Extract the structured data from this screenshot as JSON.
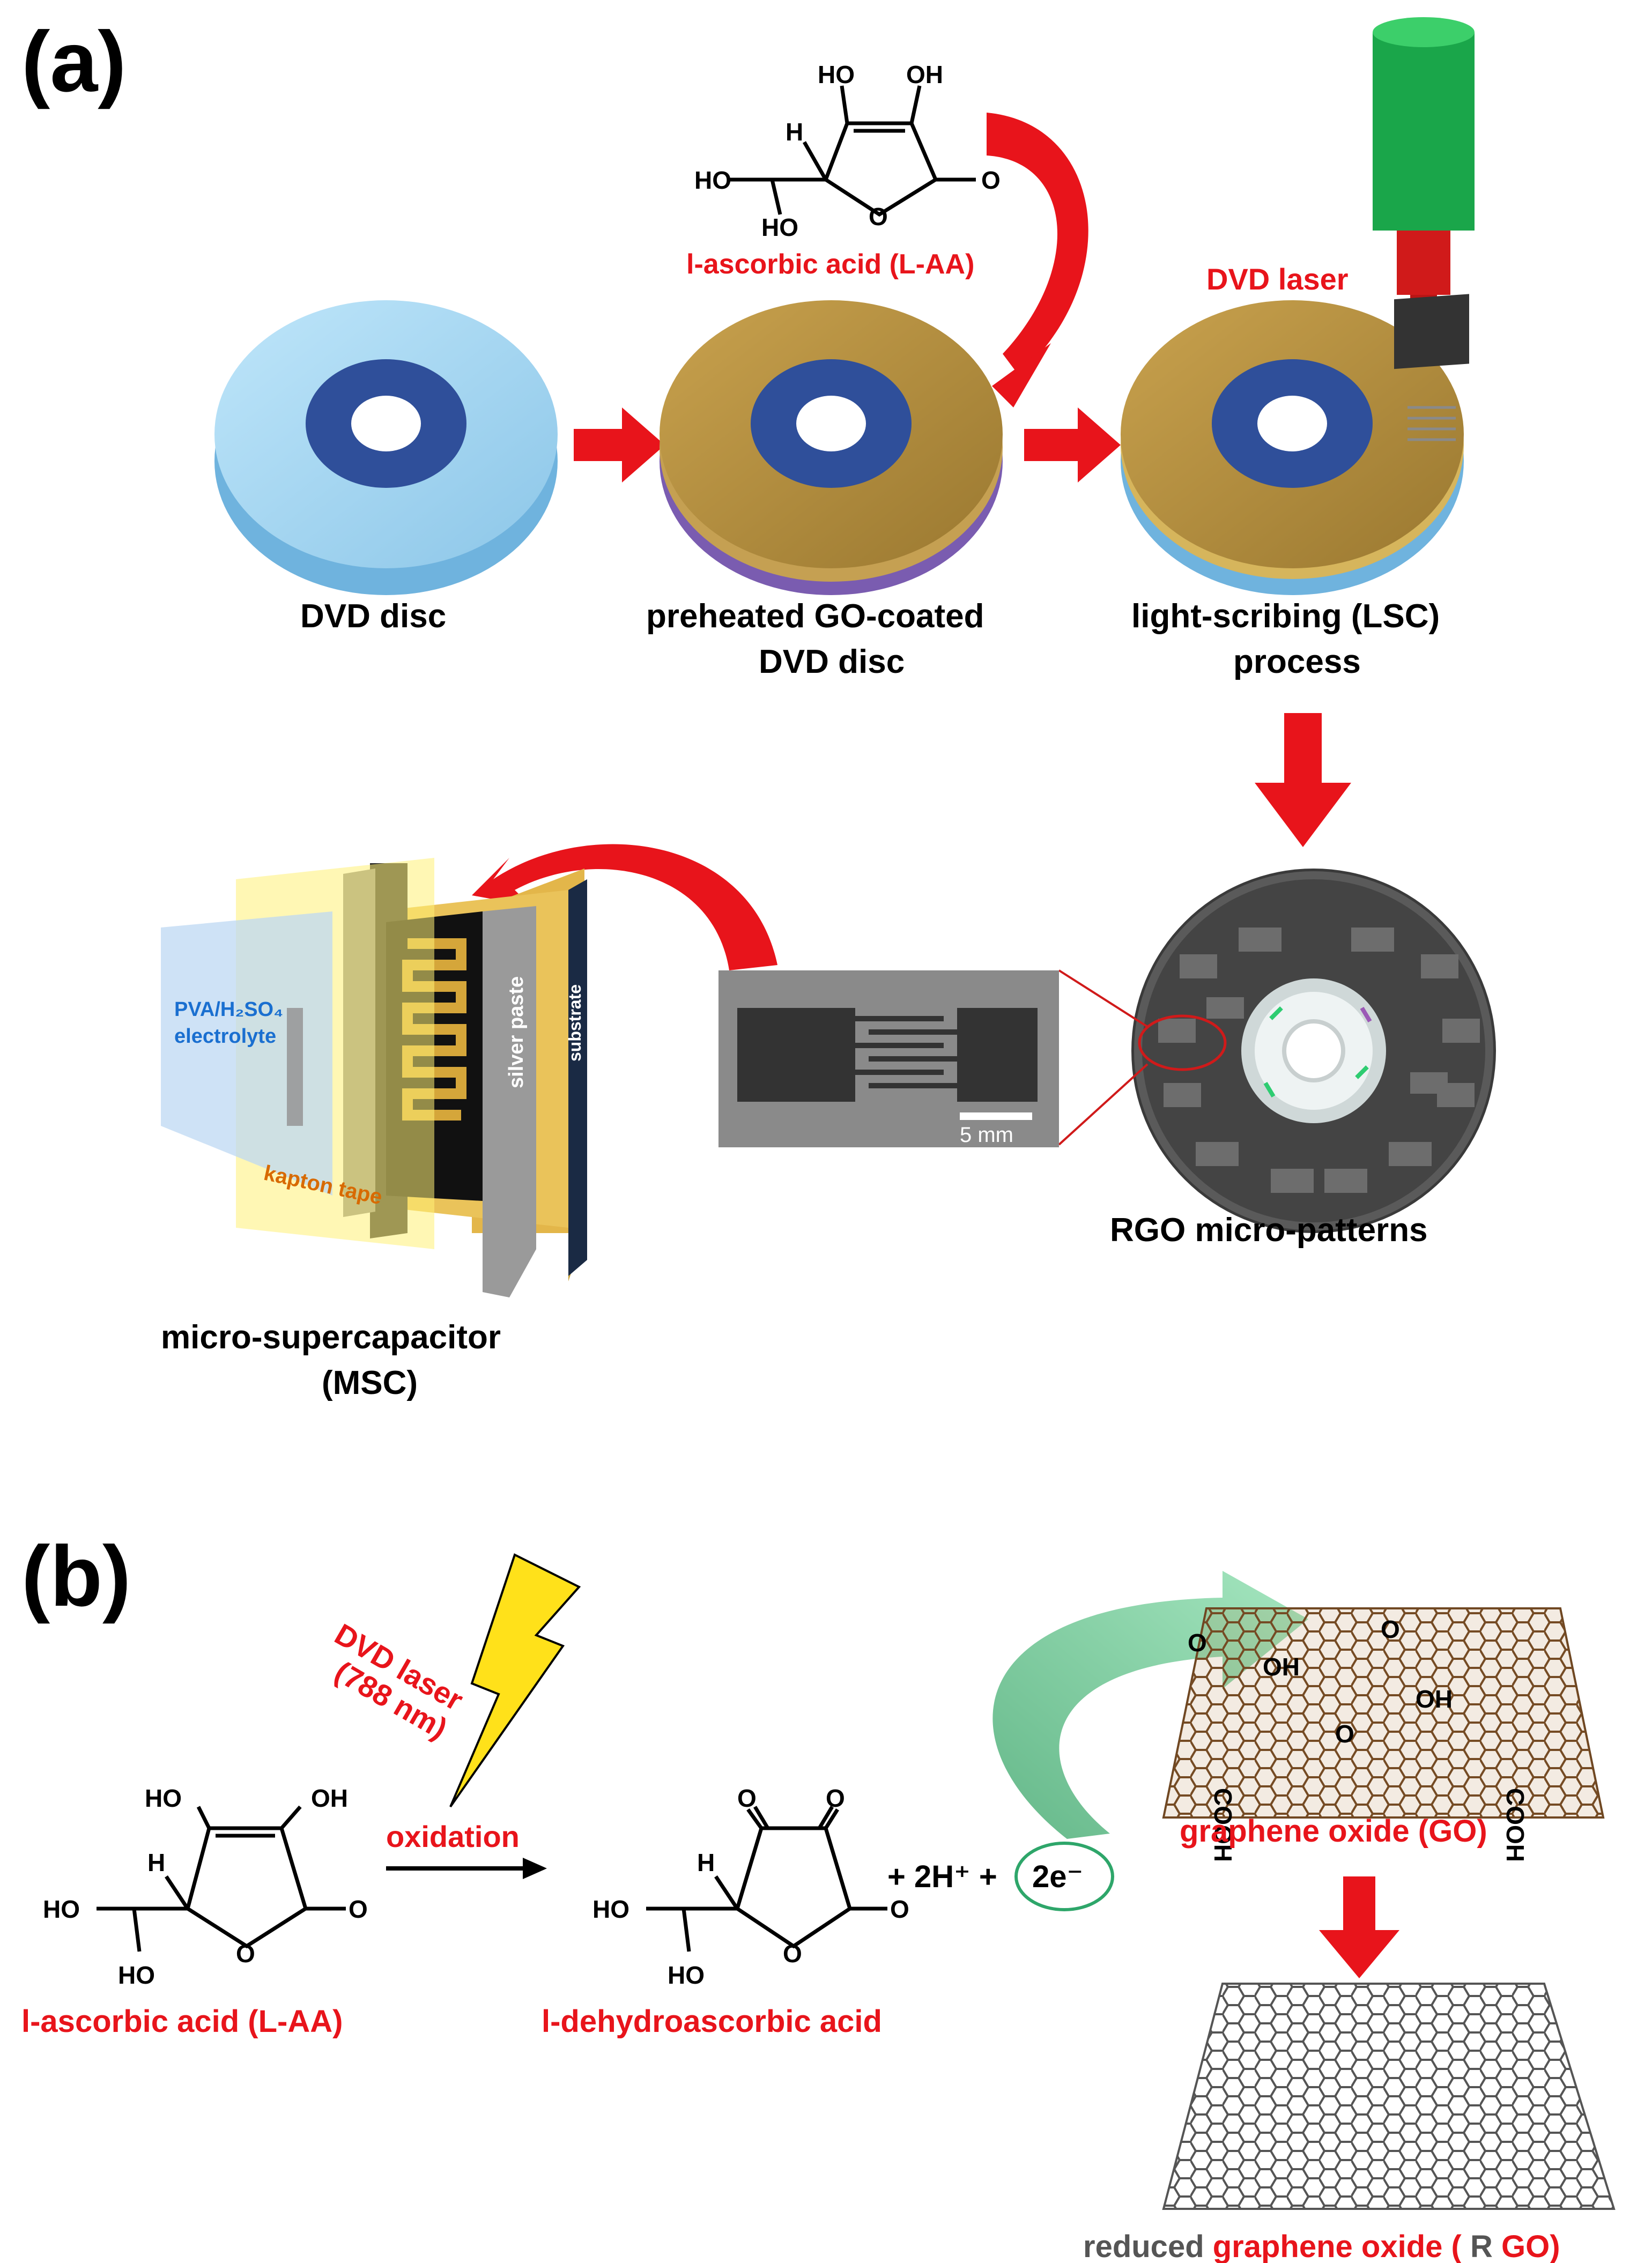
{
  "panel_a": {
    "letter": "(a)",
    "ascorbic_label": "l-ascorbic acid (L-AA)",
    "laser_label": "DVD laser",
    "disc1_label": "DVD disc",
    "disc2_label_line1": "preheated GO-coated",
    "disc2_label_line2": "DVD disc",
    "disc3_label_line1": "light-scribing (LSC)",
    "disc3_label_line2": "process",
    "rgo_label": "RGO micro-patterns",
    "scale_bar": "5 mm",
    "msc_label_line1": "micro-supercapacitor",
    "msc_label_line2": "(MSC)",
    "msc_parts": {
      "electrolyte_line1": "PVA/H₂SO₄",
      "electrolyte_line2": "electrolyte",
      "kapton": "kapton tape",
      "silver": "silver paste",
      "substrate": "substrate"
    }
  },
  "panel_b": {
    "letter": "(b)",
    "laser_line1": "DVD laser",
    "laser_line2": "(788 nm)",
    "oxidation": "oxidation",
    "reactant_label": "l-ascorbic acid (L-AA)",
    "product_label": "l-dehydroascorbic acid",
    "products_extra": "+ 2H⁺ +",
    "electrons": "2e⁻",
    "go_label": "graphene oxide (GO)",
    "rgo_label_parts": [
      {
        "text": "reduced ",
        "color": "#555555"
      },
      {
        "text": "graphene oxide (",
        "color": "#e8141b"
      },
      {
        "text": "R",
        "color": "#555555"
      },
      {
        "text": "GO)",
        "color": "#e8141b"
      }
    ]
  },
  "chem_atoms": {
    "ho": "HO",
    "oh": "OH",
    "h": "H",
    "o": "O",
    "cooh": "COOH"
  },
  "colors": {
    "red": "#e8141b",
    "blue_label": "#1a6fd0",
    "kapton_text": "#d86a00",
    "gold": "#b38c3c",
    "disc_blue": "#9fd4ef",
    "hub_blue": "#2f4f9a",
    "green_arrow": "#5cc48a"
  }
}
